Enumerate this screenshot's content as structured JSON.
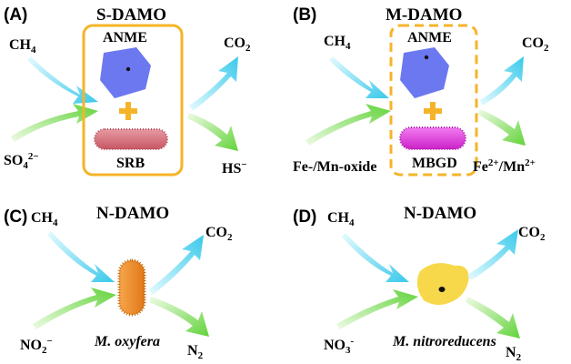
{
  "colors": {
    "cyan": "#5fd6ee",
    "green": "#86e05e",
    "gold": "#f5b428",
    "anme": "#6b78f0",
    "srb": "#d9727e",
    "mbgd": "#e23ee0",
    "oxyfera": "#f08c2a",
    "nitroreducens": "#f6d84a"
  },
  "panels": [
    {
      "tag": "(A)",
      "title": "S-DAMO",
      "input_ch4": [
        "CH",
        "4"
      ],
      "input_oxidant": [
        "SO",
        "4",
        "2−"
      ],
      "output_co2": [
        "CO",
        "2"
      ],
      "output_product": [
        "HS",
        "−"
      ],
      "organisms": [
        "ANME",
        "SRB"
      ]
    },
    {
      "tag": "(B)",
      "title": "M-DAMO",
      "input_ch4": [
        "CH",
        "4"
      ],
      "input_oxidant": "Fe-/Mn-oxide",
      "output_co2": [
        "CO",
        "2"
      ],
      "output_product": [
        "Fe",
        "2+",
        "/Mn",
        "2+"
      ],
      "organisms": [
        "ANME",
        "MBGD"
      ]
    },
    {
      "tag": "(C)",
      "title": "N-DAMO",
      "input_ch4": [
        "CH",
        "4"
      ],
      "input_oxidant": [
        "NO",
        "2",
        "−"
      ],
      "output_co2": [
        "CO",
        "2"
      ],
      "output_product": [
        "N",
        "2"
      ],
      "organism": "M. oxyfera"
    },
    {
      "tag": "(D)",
      "title": "N-DAMO",
      "input_ch4": [
        "CH",
        "4"
      ],
      "input_oxidant": [
        "NO",
        "3",
        "-"
      ],
      "output_co2": [
        "CO",
        "2"
      ],
      "output_product": [
        "N",
        "2"
      ],
      "organism": "M. nitroreducens"
    }
  ]
}
